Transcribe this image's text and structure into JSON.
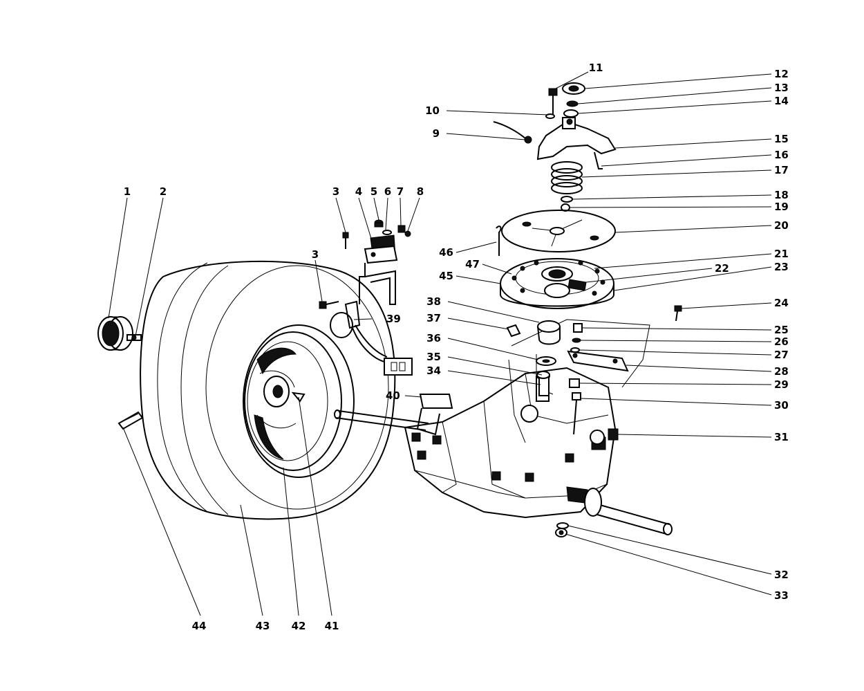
{
  "diagram": {
    "callouts": [
      "1",
      "2",
      "3",
      "3",
      "4",
      "5",
      "6",
      "7",
      "8",
      "9",
      "10",
      "11",
      "12",
      "13",
      "14",
      "15",
      "16",
      "17",
      "18",
      "19",
      "20",
      "21",
      "22",
      "23",
      "24",
      "25",
      "26",
      "27",
      "28",
      "29",
      "30",
      "31",
      "32",
      "33",
      "34",
      "35",
      "36",
      "37",
      "38",
      "39",
      "40",
      "41",
      "42",
      "43",
      "44",
      "45",
      "46",
      "47"
    ]
  },
  "colors": {
    "ink": "#000000",
    "paper": "#ffffff"
  }
}
